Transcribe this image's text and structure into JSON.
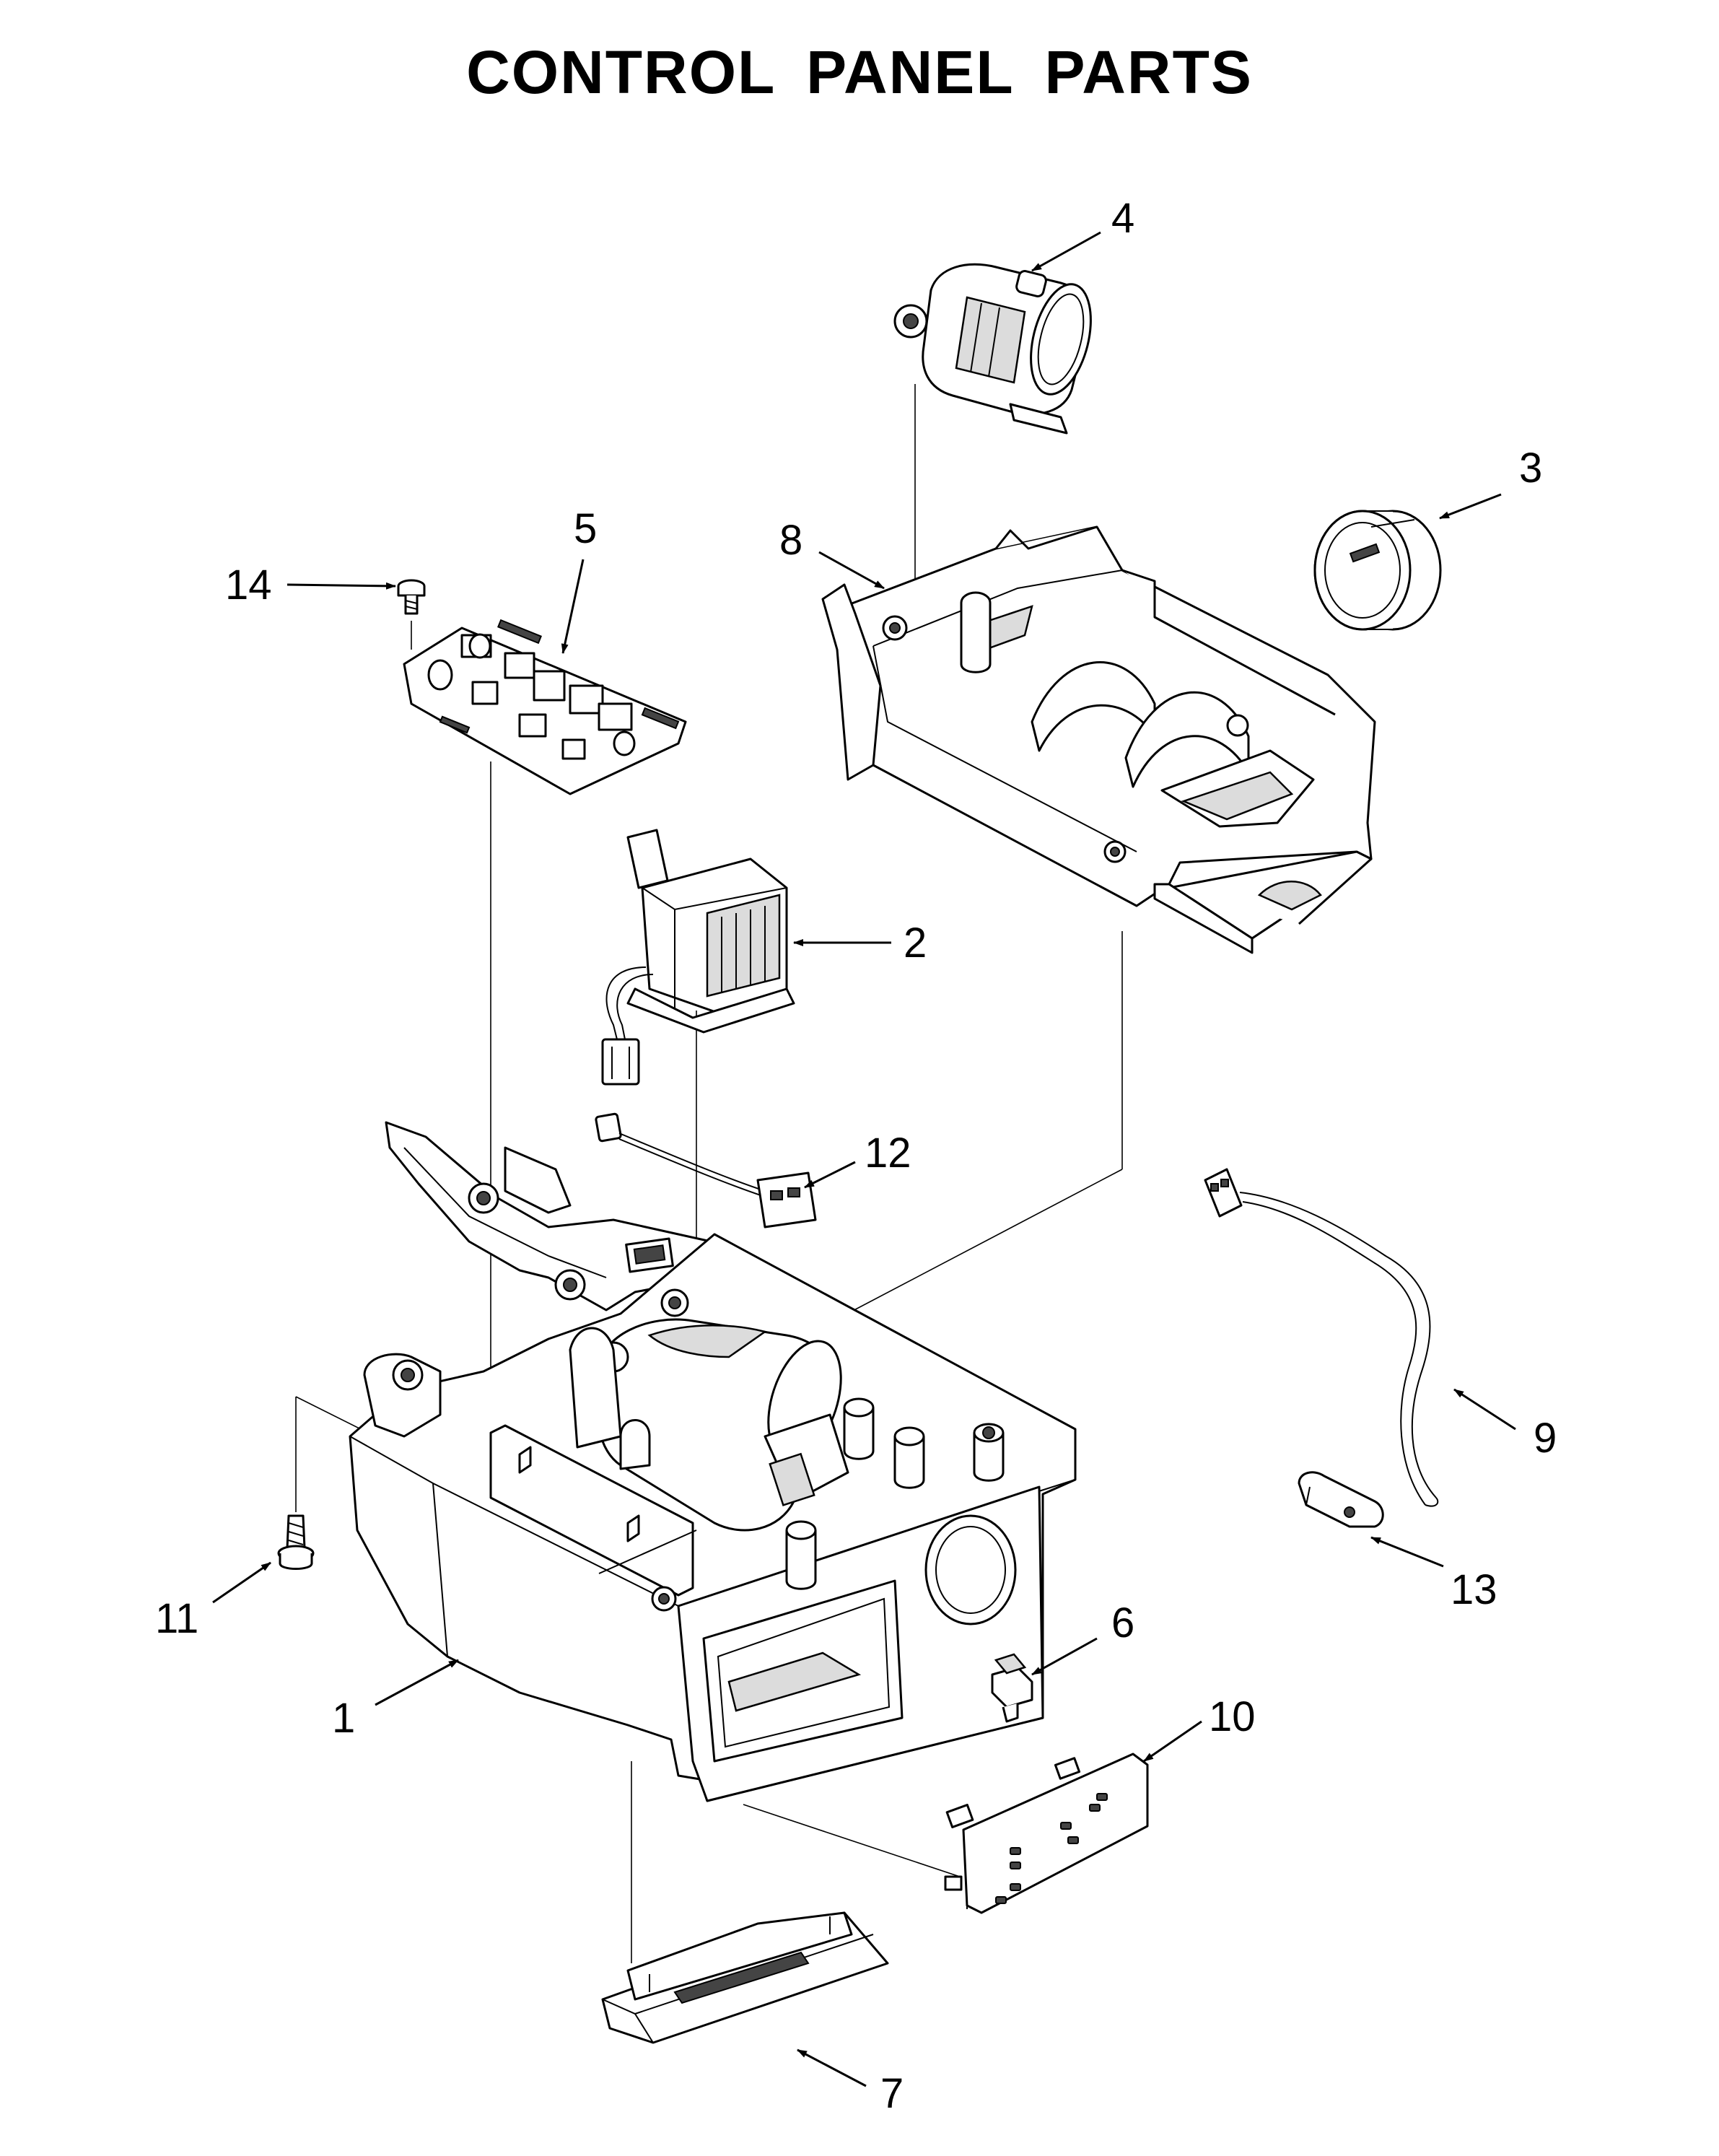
{
  "title": "CONTROL PANEL PARTS",
  "callouts": [
    {
      "id": "1",
      "label": "1"
    },
    {
      "id": "2",
      "label": "2"
    },
    {
      "id": "3",
      "label": "3"
    },
    {
      "id": "4",
      "label": "4"
    },
    {
      "id": "5",
      "label": "5"
    },
    {
      "id": "6",
      "label": "6"
    },
    {
      "id": "7",
      "label": "7"
    },
    {
      "id": "8",
      "label": "8"
    },
    {
      "id": "9",
      "label": "9"
    },
    {
      "id": "10",
      "label": "10"
    },
    {
      "id": "11",
      "label": "11"
    },
    {
      "id": "12",
      "label": "12"
    },
    {
      "id": "13",
      "label": "13"
    },
    {
      "id": "14",
      "label": "14"
    }
  ]
}
